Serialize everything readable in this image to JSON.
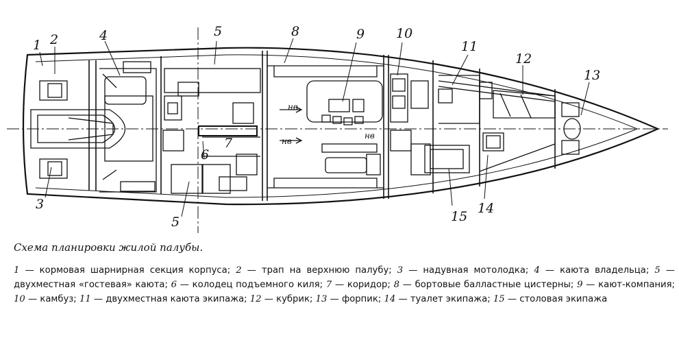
{
  "labels": {
    "l1": "1",
    "l2": "2",
    "l3": "3",
    "l4": "4",
    "l5": "5",
    "l5b": "5",
    "l6": "6",
    "l7": "7",
    "l8": "8",
    "l9": "9",
    "l10": "10",
    "l11": "11",
    "l12": "12",
    "l13": "13",
    "l14": "14",
    "l15": "15",
    "nv1": "нв",
    "nv2": "нв",
    "nv3": "нв"
  },
  "caption": "Схема планировки жилой палубы.",
  "legend": [
    {
      "num": "1",
      "text": " — кормовая шарнирная секция корпуса; "
    },
    {
      "num": "2",
      "text": " — трап на верхнюю палубу; "
    },
    {
      "num": "3",
      "text": " — надувная мотолодка; "
    },
    {
      "num": "4",
      "text": " — каюта владельца; "
    },
    {
      "num": "5",
      "text": " — двухместная «гостевая» каюта; "
    },
    {
      "num": "6",
      "text": " — колодец подъемного киля; "
    },
    {
      "num": "7",
      "text": " — коридор; "
    },
    {
      "num": "8",
      "text": " — бортовые балластные цистерны; "
    },
    {
      "num": "9",
      "text": " — кают-компания; "
    },
    {
      "num": "10",
      "text": " — камбуз; "
    },
    {
      "num": "11",
      "text": " — двухместная каюта экипажа; "
    },
    {
      "num": "12",
      "text": " — кубрик; "
    },
    {
      "num": "13",
      "text": " — форпик; "
    },
    {
      "num": "14",
      "text": " — туалет экипажа; "
    },
    {
      "num": "15",
      "text": " — столовая экипажа"
    }
  ]
}
